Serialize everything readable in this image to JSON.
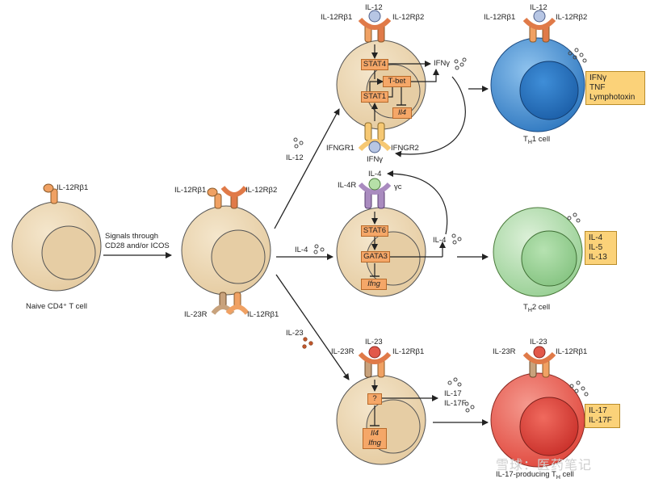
{
  "colors": {
    "cell_outer": "#ecd8b4",
    "cell_nucleus": "#e2c89c",
    "receptor_orange": "#f0a163",
    "receptor_brown": "#c8a27c",
    "receptor_purple": "#a98bbf",
    "th1_blue": "#3b86cf",
    "th2_green": "#a7d6a3",
    "th17_red": "#e8564a",
    "box_orange": "#f5a768",
    "out_yellow": "#fbd279"
  },
  "naive": {
    "receptor": "IL-12Rβ1",
    "caption": "Naive CD4⁺ T cell"
  },
  "signals": {
    "line1": "Signals through",
    "line2": "CD28 and/or ICOS"
  },
  "activated": {
    "il12rb1": "IL-12Rβ1",
    "il12rb2": "IL-12Rβ2",
    "il23r": "IL-23R",
    "il12rb1_bottom": "IL-12Rβ1"
  },
  "arrows": {
    "il12": "IL-12",
    "il4": "IL-4",
    "il23": "IL-23"
  },
  "th1path": {
    "ligand": "IL-12",
    "r1": "IL-12Rβ1",
    "r2": "IL-12Rβ2",
    "stat4": "STAT4",
    "tbet": "T-bet",
    "stat1": "STAT1",
    "il4": "Il4",
    "ifng_out": "IFNγ",
    "ifngr1": "IFNGR1",
    "ifngr2": "IFNGR2",
    "ifng_ligand": "IFNγ"
  },
  "th2path": {
    "ligand": "IL-4",
    "r": "IL-4R",
    "gc": "γc",
    "stat6": "STAT6",
    "gata3": "GATA3",
    "ifng": "Ifng",
    "il4_out": "IL-4"
  },
  "th17path": {
    "ligand": "IL-23",
    "r1": "IL-23R",
    "r2": "IL-12Rβ1",
    "unknown": "?",
    "il4": "Il4",
    "ifng": "Ifng",
    "il17": "IL-17",
    "il17f": "IL-17F"
  },
  "th1": {
    "ligand": "IL-12",
    "r1": "IL-12Rβ1",
    "r2": "IL-12Rβ2",
    "products": [
      "IFNγ",
      "TNF",
      "Lymphotoxin"
    ],
    "caption_pre": "T",
    "caption_sub": "H",
    "caption_post": "1 cell"
  },
  "th2": {
    "products": [
      "IL-4",
      "IL-5",
      "IL-13"
    ],
    "caption_pre": "T",
    "caption_sub": "H",
    "caption_post": "2 cell"
  },
  "th17": {
    "ligand": "IL-23",
    "r1": "IL-23R",
    "r2": "IL-12Rβ1",
    "products": [
      "IL-17",
      "IL-17F"
    ],
    "caption_pre": "IL-17-producing T",
    "caption_sub": "H",
    "caption_post": " cell"
  },
  "watermark": "雪球：医药笔记"
}
